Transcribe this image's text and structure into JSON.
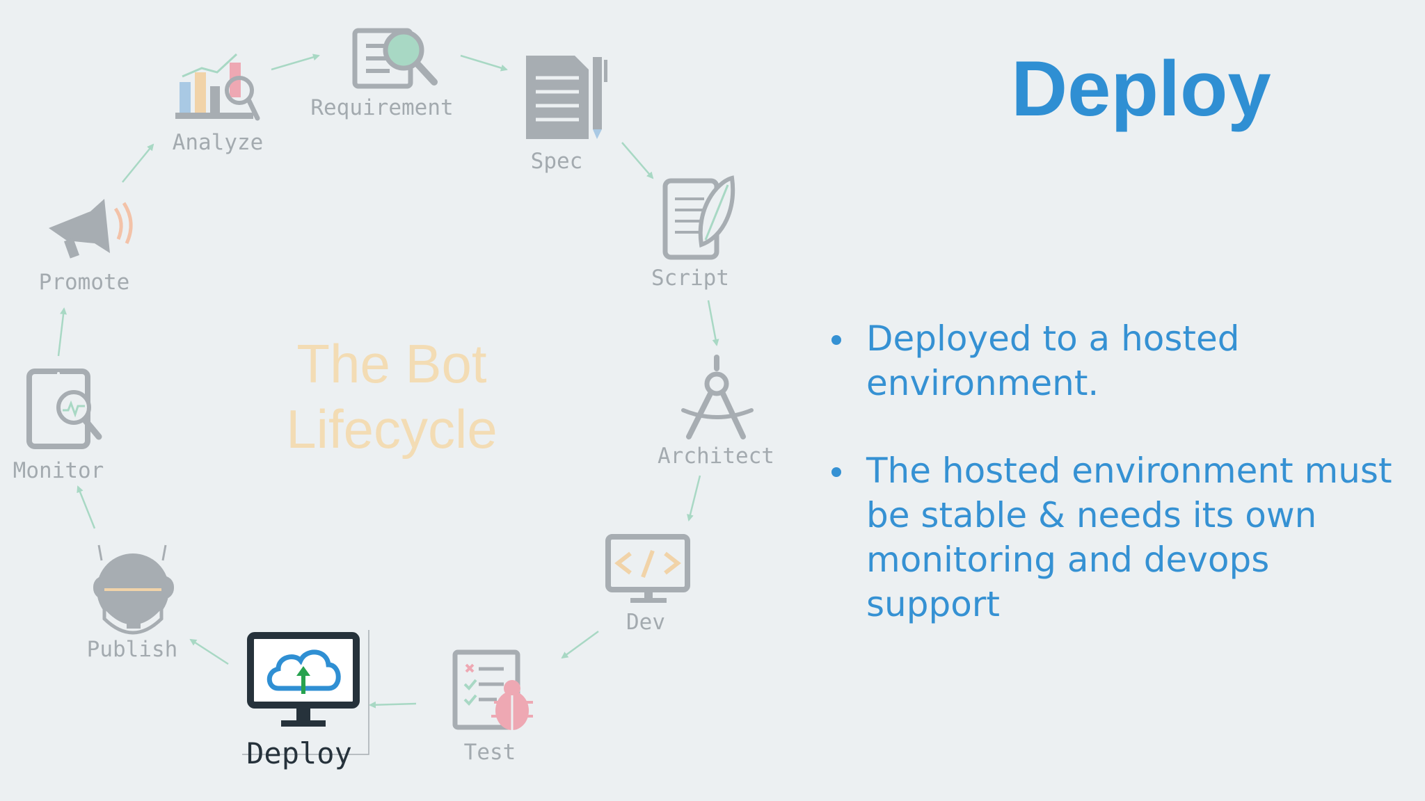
{
  "slide": {
    "title": "Deploy",
    "bullets": [
      "Deployed to a hosted environment.",
      "The hosted environment must be stable & needs its own monitoring and devops support"
    ]
  },
  "diagram": {
    "center_title_line1": "The Bot",
    "center_title_line2": "Lifecycle",
    "active_stage": "Deploy",
    "stages": [
      {
        "label": "Analyze",
        "icon": "chart-magnifier-icon"
      },
      {
        "label": "Requirement",
        "icon": "document-search-icon"
      },
      {
        "label": "Spec",
        "icon": "spec-document-pen-icon"
      },
      {
        "label": "Script",
        "icon": "script-feather-icon"
      },
      {
        "label": "Architect",
        "icon": "compass-icon"
      },
      {
        "label": "Dev",
        "icon": "code-monitor-icon"
      },
      {
        "label": "Test",
        "icon": "checklist-bug-icon"
      },
      {
        "label": "Deploy",
        "icon": "cloud-upload-monitor-icon"
      },
      {
        "label": "Publish",
        "icon": "robot-head-icon"
      },
      {
        "label": "Monitor",
        "icon": "tablet-monitor-icon"
      },
      {
        "label": "Promote",
        "icon": "megaphone-icon"
      }
    ]
  },
  "colors": {
    "accent": "#2f8fd3",
    "arrow": "#a8d8c4",
    "inactive_icon": "#a7adb2",
    "active_icon": "#26323b",
    "center_title": "#f3dcb4"
  }
}
